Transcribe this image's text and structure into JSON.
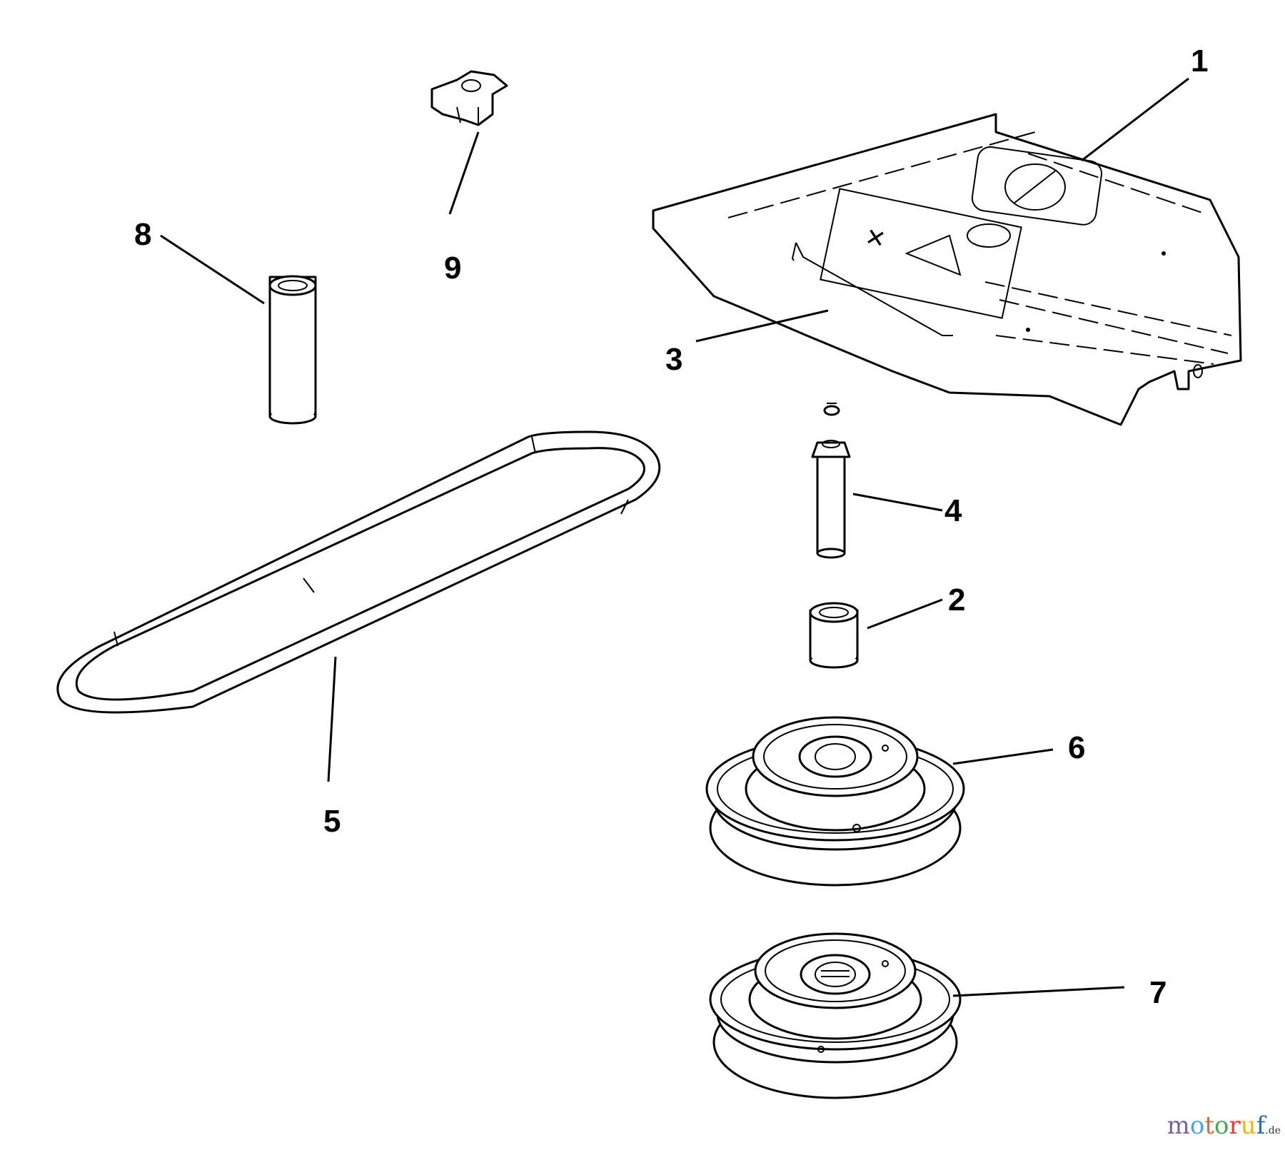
{
  "callouts": [
    {
      "id": "1",
      "label": "1"
    },
    {
      "id": "2",
      "label": "2"
    },
    {
      "id": "3",
      "label": "3"
    },
    {
      "id": "4",
      "label": "4"
    },
    {
      "id": "5",
      "label": "5"
    },
    {
      "id": "6",
      "label": "6"
    },
    {
      "id": "7",
      "label": "7"
    },
    {
      "id": "8",
      "label": "8"
    },
    {
      "id": "9",
      "label": "9"
    }
  ],
  "watermark": {
    "letters": [
      "m",
      "o",
      "t",
      "o",
      "r",
      "u",
      "f"
    ],
    "colors": [
      "#7b5ea7",
      "#4aa3df",
      "#e06a2c",
      "#3fae49",
      "#e23c3c",
      "#f2b705",
      "#2b6cb0"
    ],
    "suffix": ".de"
  }
}
